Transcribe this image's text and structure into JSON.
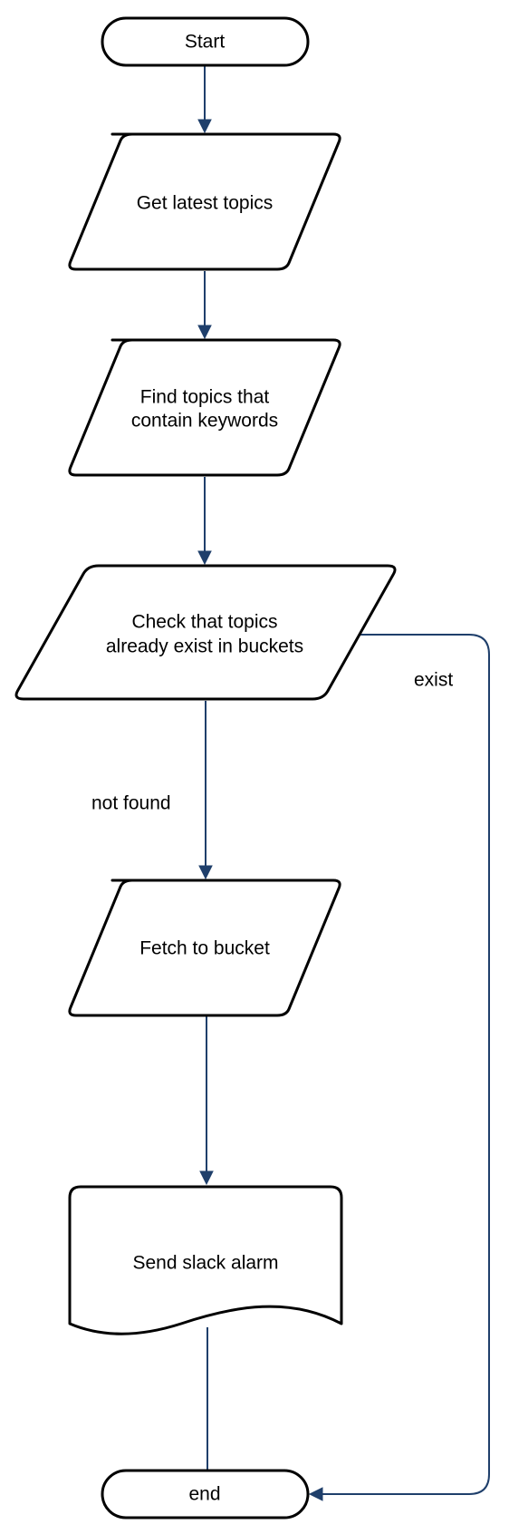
{
  "nodes": {
    "start": {
      "text": "Start"
    },
    "get_topics": {
      "text": "Get latest topics"
    },
    "find_topics": {
      "line1": "Find topics that",
      "line2": "contain keywords"
    },
    "check_topics": {
      "line1": "Check that topics",
      "line2": "already exist in buckets"
    },
    "fetch": {
      "text": "Fetch to bucket"
    },
    "send_alarm": {
      "text": "Send slack alarm"
    },
    "end": {
      "text": "end"
    }
  },
  "edge_labels": {
    "exist": "exist",
    "not_found": "not found"
  },
  "colors": {
    "edge": "#1f3f6b",
    "shape_stroke": "#000000",
    "shape_fill": "#ffffff"
  }
}
